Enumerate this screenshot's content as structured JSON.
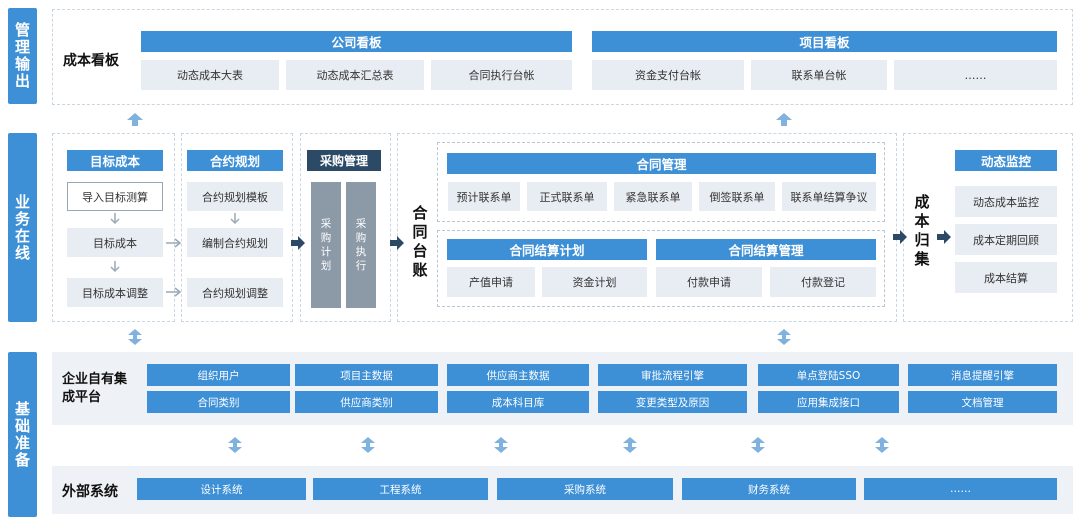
{
  "lanes": {
    "management": "管理输出",
    "business": "业务在线",
    "foundation": "基础准备"
  },
  "mgmt": {
    "label": "成本看板",
    "company": {
      "title": "公司看板",
      "items": [
        "动态成本大表",
        "动态成本汇总表",
        "合同执行台帐"
      ]
    },
    "project": {
      "title": "项目看板",
      "items": [
        "资金支付台帐",
        "联系单台帐",
        "……"
      ]
    }
  },
  "business": {
    "target": {
      "title": "目标成本",
      "items": [
        "导入目标测算",
        "目标成本",
        "目标成本调整"
      ]
    },
    "contract_plan": {
      "title": "合约规划",
      "items": [
        "合约规划模板",
        "编制合约规划",
        "合约规划调整"
      ]
    },
    "procurement": {
      "title": "采购管理",
      "items": [
        "采购计划",
        "采购执行"
      ]
    },
    "ledger_label": "合同台账",
    "contract_mgmt": {
      "title": "合同管理",
      "items": [
        "预计联系单",
        "正式联系单",
        "紧急联系单",
        "倒签联系单",
        "联系单结算争议"
      ]
    },
    "settle_plan": {
      "title": "合同结算计划",
      "items": [
        "产值申请",
        "资金计划"
      ]
    },
    "settle_mgmt": {
      "title": "合同结算管理",
      "items": [
        "付款申请",
        "付款登记"
      ]
    },
    "collect_label": "成本归集",
    "monitor": {
      "title": "动态监控",
      "items": [
        "动态成本监控",
        "成本定期回顾",
        "成本结算"
      ]
    }
  },
  "foundation": {
    "platform_label": "企业自有集成平台",
    "platform_items": [
      "组织用户",
      "项目主数据",
      "供应商主数据",
      "审批流程引擎",
      "单点登陆SSO",
      "消息提醒引擎",
      "合同类别",
      "供应商类别",
      "成本科目库",
      "变更类型及原因",
      "应用集成接口",
      "文档管理"
    ],
    "external_label": "外部系统",
    "external_items": [
      "设计系统",
      "工程系统",
      "采购系统",
      "财务系统",
      "……"
    ]
  },
  "colors": {
    "accent": "#3d8fd6",
    "light_box": "#e8edf3",
    "vertical_bar": "#8c9aa8",
    "foundation_bg": "#eef1f5"
  },
  "icons": [
    "arrow-up-icon",
    "arrow-up-down-icon",
    "arrow-right-icon",
    "arrow-down-icon"
  ]
}
